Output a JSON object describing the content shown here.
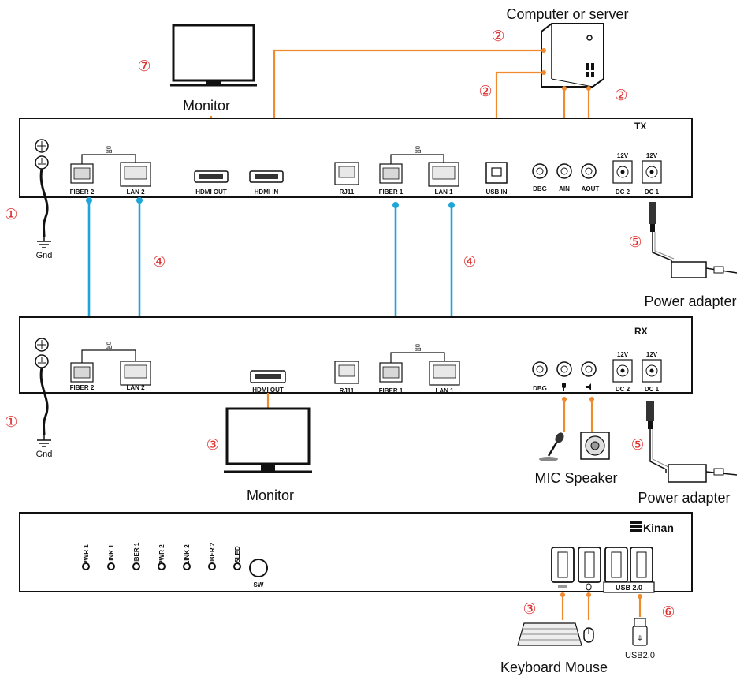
{
  "labels": {
    "computer": "Computer or server",
    "monitor": "Monitor",
    "power_adapter": "Power adapter",
    "power_adapter_2": "Power adapter",
    "mic_speaker": "MIC Speaker",
    "keyboard_mouse": "Keyboard Mouse",
    "usb20": "USB2.0",
    "gnd": "Gnd",
    "tx": "TX",
    "rx": "RX",
    "brand": "Kinan"
  },
  "markers": {
    "m1": "①",
    "m2": "②",
    "m3": "③",
    "m4": "④",
    "m5": "⑤",
    "m6": "⑥",
    "m7": "⑦"
  },
  "ports": {
    "fiber2": "FIBER 2",
    "lan2": "LAN 2",
    "hdmi_out": "HDMI OUT",
    "hdmi_in": "HDMI IN",
    "rj11": "RJ11",
    "fiber1": "FIBER 1",
    "lan1": "LAN 1",
    "usb_in": "USB IN",
    "dbg": "DBG",
    "ain": "AIN",
    "aout": "AOUT",
    "dc2": "DC 2",
    "dc1": "DC 1",
    "v12": "12V",
    "usb_2_0": "USB 2.0",
    "sw": "SW"
  },
  "leds": [
    "PWR 1",
    "LINK 1",
    "FIBER 1",
    "PWR 2",
    "LINK 2",
    "FIBER 2",
    "SLED"
  ],
  "colors": {
    "hdmi_usb_audio_cable": "#f08a2e",
    "fiber_lan_cable": "#1ea6d8",
    "marker": "#e03030"
  }
}
